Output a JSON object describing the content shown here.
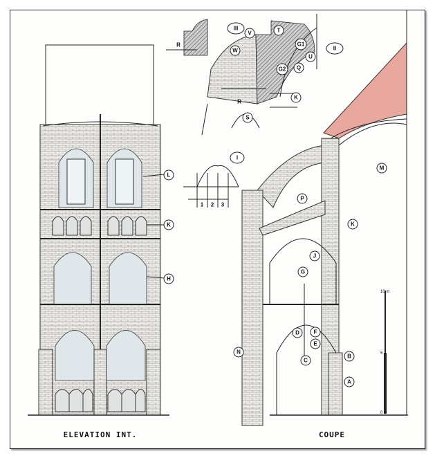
{
  "captions": {
    "elevation": "ELEVATION INT.",
    "section": "COUPE"
  },
  "detail_labels": {
    "detail_1": "I",
    "detail_2": "II",
    "detail_3": "III"
  },
  "callouts": {
    "R_small": "R",
    "V": "V",
    "T": "T",
    "W": "W",
    "G1": "G1",
    "U": "U",
    "G2": "G2",
    "Q": "Q",
    "R": "R",
    "K_detail": "K",
    "S": "S",
    "L": "L",
    "K_elev": "K",
    "H": "H",
    "M": "M",
    "P": "P",
    "K_section": "K",
    "J": "J",
    "G": "G",
    "D": "D",
    "F": "F",
    "E": "E",
    "C": "C",
    "B": "B",
    "A": "A",
    "N": "N"
  },
  "arch_diagram": {
    "divisions": [
      "1",
      "2",
      "3"
    ]
  },
  "scale": {
    "top": "10 m",
    "mid": "5",
    "bottom": "0"
  },
  "colors": {
    "roof": "#e8a79f",
    "line": "#222222"
  }
}
